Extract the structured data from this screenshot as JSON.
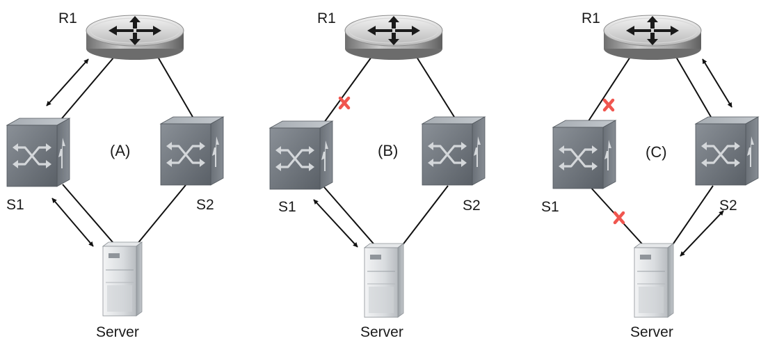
{
  "colors": {
    "failure_mark": "#f0564f",
    "link": "#111111",
    "device_body": "#7a8087"
  },
  "icons": {
    "router": "router-icon",
    "switch": "switch-icon",
    "server": "server-icon",
    "failure": "x-mark-icon"
  },
  "panels": [
    {
      "label": "(A)",
      "router_label": "R1",
      "switch1_label": "S1",
      "switch2_label": "S2",
      "server_label": "Server",
      "failed_links": [],
      "traffic_path": [
        "R1-S1",
        "S1-Server"
      ]
    },
    {
      "label": "(B)",
      "router_label": "R1",
      "switch1_label": "S1",
      "switch2_label": "S2",
      "server_label": "Server",
      "failed_links": [
        "R1-S1"
      ],
      "traffic_path": [
        "S1-Server"
      ]
    },
    {
      "label": "(C)",
      "router_label": "R1",
      "switch1_label": "S1",
      "switch2_label": "S2",
      "server_label": "Server",
      "failed_links": [
        "R1-S1",
        "S1-Server"
      ],
      "traffic_path": [
        "R1-S2",
        "S2-Server"
      ]
    }
  ]
}
